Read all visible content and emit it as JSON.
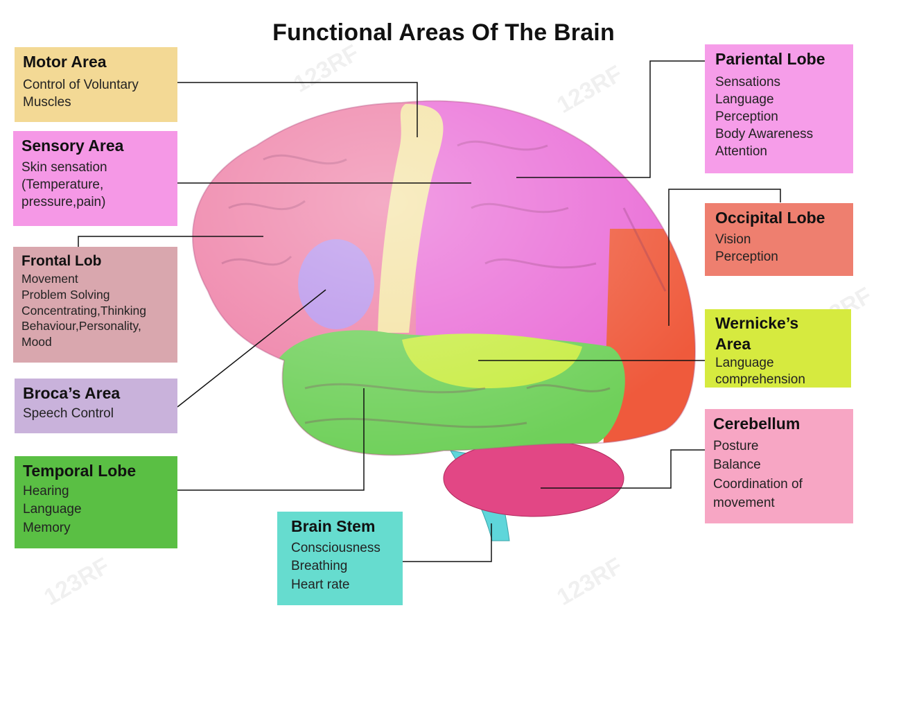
{
  "title": "Functional Areas Of The Brain",
  "labels": {
    "motor": {
      "heading": "Motor Area",
      "body": "Control of Voluntary\nMuscles",
      "color": "#f3d995"
    },
    "sensory": {
      "heading": "Sensory Area",
      "body": "Skin sensation\n(Temperature,\npressure,pain)",
      "color": "#f598e6"
    },
    "frontal": {
      "heading": "Frontal Lob",
      "body": "Movement\nProblem Solving\nConcentrating,Thinking\nBehaviour,Personality,\nMood",
      "color": "#d9a7ae"
    },
    "broca": {
      "heading": "Broca’s Area",
      "body": "Speech Control",
      "color": "#c9b2db"
    },
    "temporal": {
      "heading": "Temporal Lobe",
      "body": "Hearing\nLanguage\nMemory",
      "color": "#5abf44"
    },
    "brainstem": {
      "heading": "Brain Stem",
      "body": "Consciousness\nBreathing\nHeart rate",
      "color": "#66dccf"
    },
    "parietal": {
      "heading": "Pariental Lobe",
      "body": "Sensations\nLanguage\nPerception\nBody Awareness\nAttention",
      "color": "#f69de9"
    },
    "occipital": {
      "heading": "Occipital Lobe",
      "body": "Vision\nPerception",
      "color": "#ee7f6f"
    },
    "wernicke": {
      "heading": "Wernicke’s\nArea",
      "body": "Language\ncomprehension",
      "color": "#d6ea3f"
    },
    "cerebellum": {
      "heading": "Cerebellum",
      "body": "Posture\nBalance\nCoordination of\nmovement",
      "color": "#f7a6c4"
    }
  },
  "brain_colors": {
    "frontal": "#ee7fa6",
    "motor_strip": "#f4e2a2",
    "parietal": "#e96ad6",
    "occipital": "#ef5a3c",
    "temporal": "#6fd05a",
    "wernicke": "#c8ec42",
    "broca": "#b691ea",
    "cerebellum": "#e24785",
    "brainstem": "#5ed6da"
  },
  "watermark": "123RF"
}
